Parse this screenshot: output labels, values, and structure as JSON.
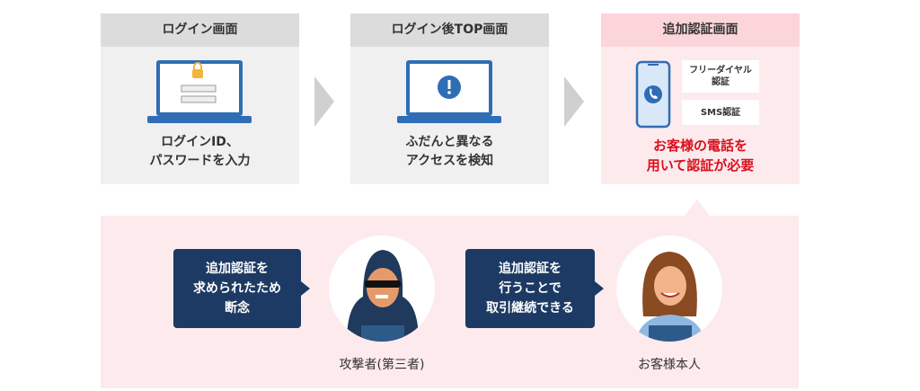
{
  "steps": [
    {
      "title": "ログイン画面",
      "caption": [
        "ログインID、",
        "パスワードを入力"
      ]
    },
    {
      "title": "ログイン後TOP画面",
      "caption": [
        "ふだんと異なる",
        "アクセスを検知"
      ]
    },
    {
      "title": "追加認証画面",
      "caption": [
        "お客様の電話を",
        "用いて認証が必要"
      ],
      "options": [
        "フリーダイヤル",
        "認証",
        "SMS認証"
      ]
    }
  ],
  "attacker": {
    "message": [
      "追加認証を",
      "求められたため",
      "断念"
    ],
    "label": "攻撃者(第三者)"
  },
  "customer": {
    "message": [
      "追加認証を",
      "行うことで",
      "取引継続できる"
    ],
    "label": "お客様本人"
  },
  "colors": {
    "navy": "#1c3a63",
    "red": "#d8101f",
    "pink": "#fdeaec",
    "blue": "#2f6db5"
  }
}
